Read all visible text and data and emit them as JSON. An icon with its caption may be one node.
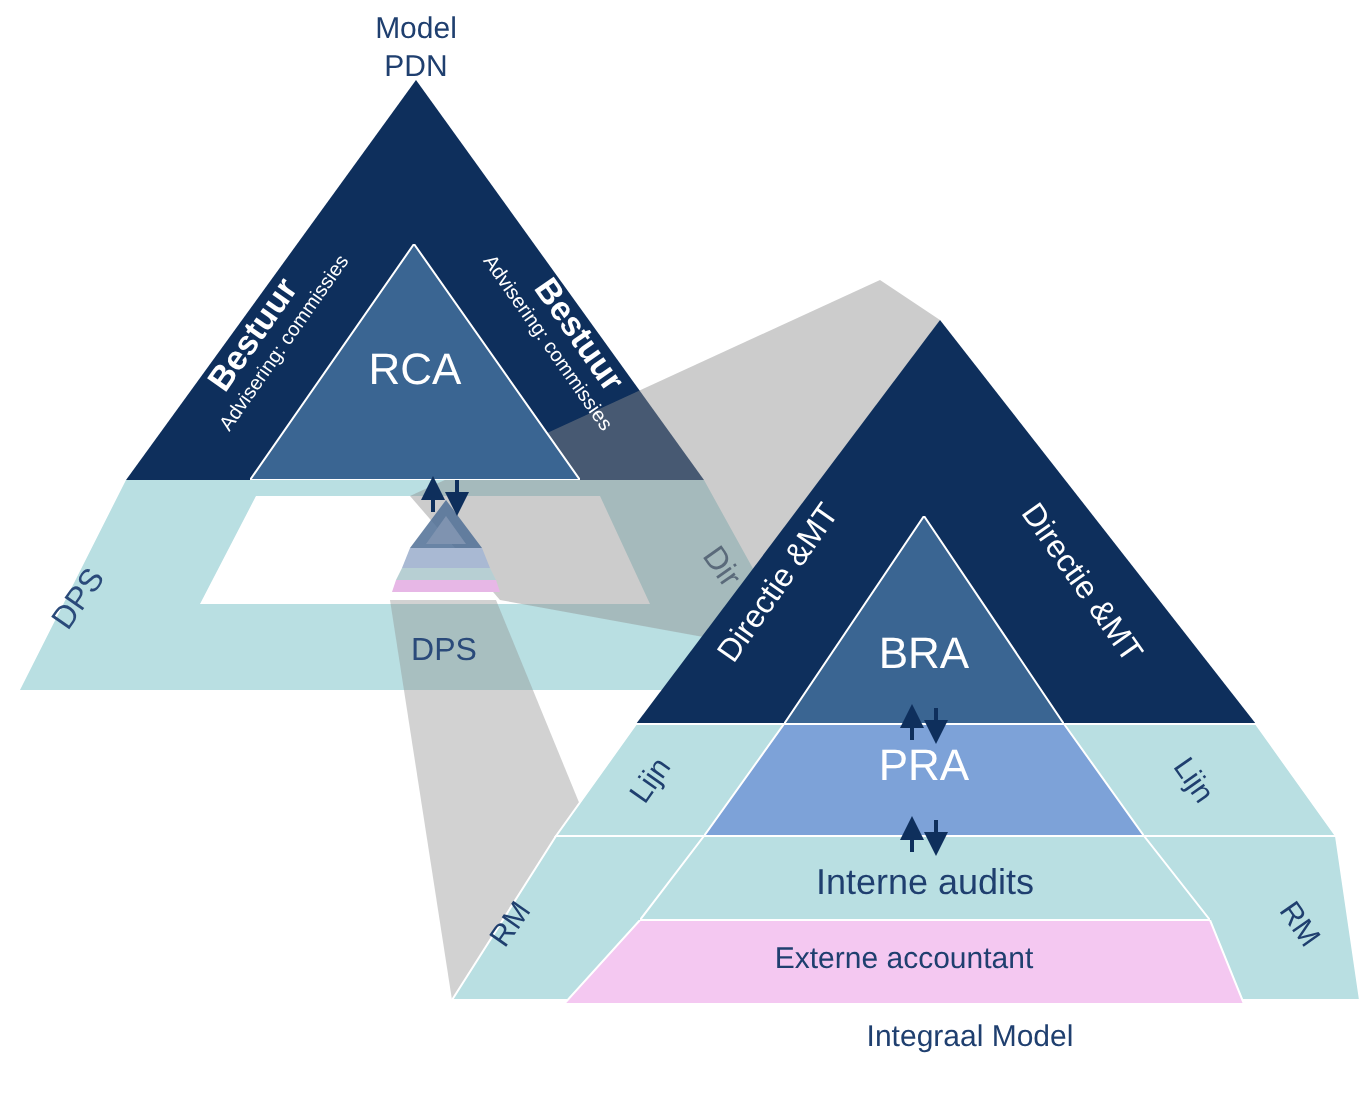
{
  "diagram": {
    "nodes": [
      {
        "text": [
          "Bestuur"
        ]
      },
      {
        "text": [
          "Advisering: commissies"
        ]
      },
      {
        "text": [
          "Bestuur"
        ]
      },
      {
        "text": [
          "Advisering: commissies"
        ]
      },
      {
        "text": [
          "RCA"
        ]
      },
      {
        "text": [
          "DPS"
        ]
      },
      {
        "text": [
          "DPS"
        ]
      },
      {
        "text": [
          "Dir"
        ]
      },
      {
        "text": [],
        "shape": "picture"
      },
      {
        "text": [
          "Directie &MT"
        ]
      },
      {
        "text": [
          "Directie &MT"
        ]
      },
      {
        "text": [
          "BRA"
        ]
      },
      {
        "text": [
          "PRA"
        ]
      },
      {
        "text": [
          "Lijn"
        ]
      },
      {
        "text": [
          "Lijn"
        ]
      },
      {
        "text": [
          "Interne audits"
        ]
      },
      {
        "text": [
          "RM"
        ]
      },
      {
        "text": [
          "RM"
        ]
      },
      {
        "text": [
          "Externe accountant"
        ]
      }
    ],
    "edges": [
      {
        "from": 8,
        "to": 4,
        "arrow": "to"
      },
      {
        "from": 4,
        "to": 8,
        "arrow": "to"
      },
      {
        "from": 12,
        "to": 11,
        "arrow": "to"
      },
      {
        "from": 11,
        "to": 12,
        "arrow": "to"
      },
      {
        "from": 15,
        "to": 12,
        "arrow": "to"
      },
      {
        "from": 12,
        "to": 15,
        "arrow": "to"
      }
    ],
    "labels": [
      "Model PDN",
      "Integraal Model"
    ]
  }
}
